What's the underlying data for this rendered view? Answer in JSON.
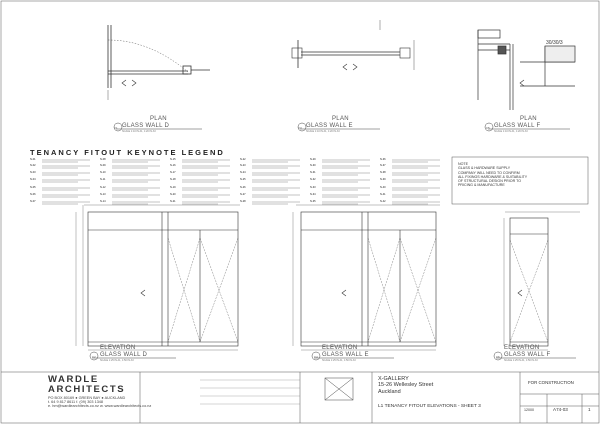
{
  "plans": [
    {
      "number": "01",
      "title": "PLAN",
      "subtitle": "GLASS WALL D",
      "scale": "SCALE 1:10 IN A1, 1:20 IN A3"
    },
    {
      "number": "03",
      "title": "PLAN",
      "subtitle": "GLASS WALL E",
      "scale": "SCALE 1:10 IN A1, 1:20 IN A3"
    },
    {
      "number": "05",
      "title": "PLAN",
      "subtitle": "GLASS WALL F",
      "scale": "SCALE 1:10 IN A1, 1:20 IN A3"
    }
  ],
  "elevations": [
    {
      "number": "02",
      "title": "ELEVATION",
      "subtitle": "GLASS WALL D",
      "scale": "SCALE 1:25 IN A1, 1:50 IN A3"
    },
    {
      "number": "04",
      "title": "ELEVATION",
      "subtitle": "GLASS WALL E",
      "scale": "SCALE 1:25 IN A1, 1:50 IN A3"
    },
    {
      "number": "06",
      "title": "ELEVATION",
      "subtitle": "GLASS WALL F",
      "scale": "SCALE 1:25 IN A1, 1:50 IN A3"
    }
  ],
  "legend": {
    "title": "TENANCY FITOUT KEYNOTE LEGEND",
    "note_lines": [
      "NOTE",
      "GLASS & HARDWARE SUPPLY",
      "COMPANY WILL NEED TO CONFIRM",
      "ALL FIXINGS HARDWARE & SUITABILITY",
      "OF STRUCTURAL DESIGN PRIOR TO",
      "PRICING & MANUFACTURE"
    ],
    "columns": [
      [
        "N-01",
        "N-02",
        "N-03",
        "N-04",
        "N-05",
        "N-06",
        "N-07"
      ],
      [
        "N-08",
        "N-09",
        "N-10",
        "N-11",
        "N-12",
        "N-13",
        "N-14"
      ],
      [
        "N-15",
        "N-16",
        "N-17",
        "N-18",
        "N-19",
        "N-20",
        "N-21"
      ],
      [
        "N-22",
        "N-23",
        "N-24",
        "N-25",
        "N-26",
        "N-27",
        "N-28"
      ],
      [
        "N-29",
        "N-30",
        "N-31",
        "N-32",
        "N-33",
        "N-34",
        "N-35"
      ],
      [
        "N-36",
        "N-37",
        "N-38",
        "N-39",
        "N-40",
        "N-41",
        "N-42"
      ]
    ]
  },
  "detail_label": "30/30/3",
  "title_block": {
    "firm_line1": "WARDLE",
    "firm_line2": "ARCHITECTS",
    "address_lines": [
      "PO BOX 80169  ● GREEN BAY ● AUCKLAND",
      "t. 64 9 817 8611      f. (09) 303 1348",
      "e. hm@wardlearchitects.co.nz   w. www.wardlearchitects.co.nz"
    ],
    "project_lines": [
      "X-GALLERY",
      "15-26 Wellesley Street",
      "Auckland"
    ],
    "sheet_title": "L1 TENANCY FITOUT ELEVATIONS - SHEET 3",
    "status": "FOR CONSTRUCTION",
    "job_number": "12000",
    "sheet_number": "A74-03",
    "revision": "1"
  },
  "colors": {
    "line": "#333333",
    "light": "#9a9a9a",
    "hatch": "#777777"
  }
}
